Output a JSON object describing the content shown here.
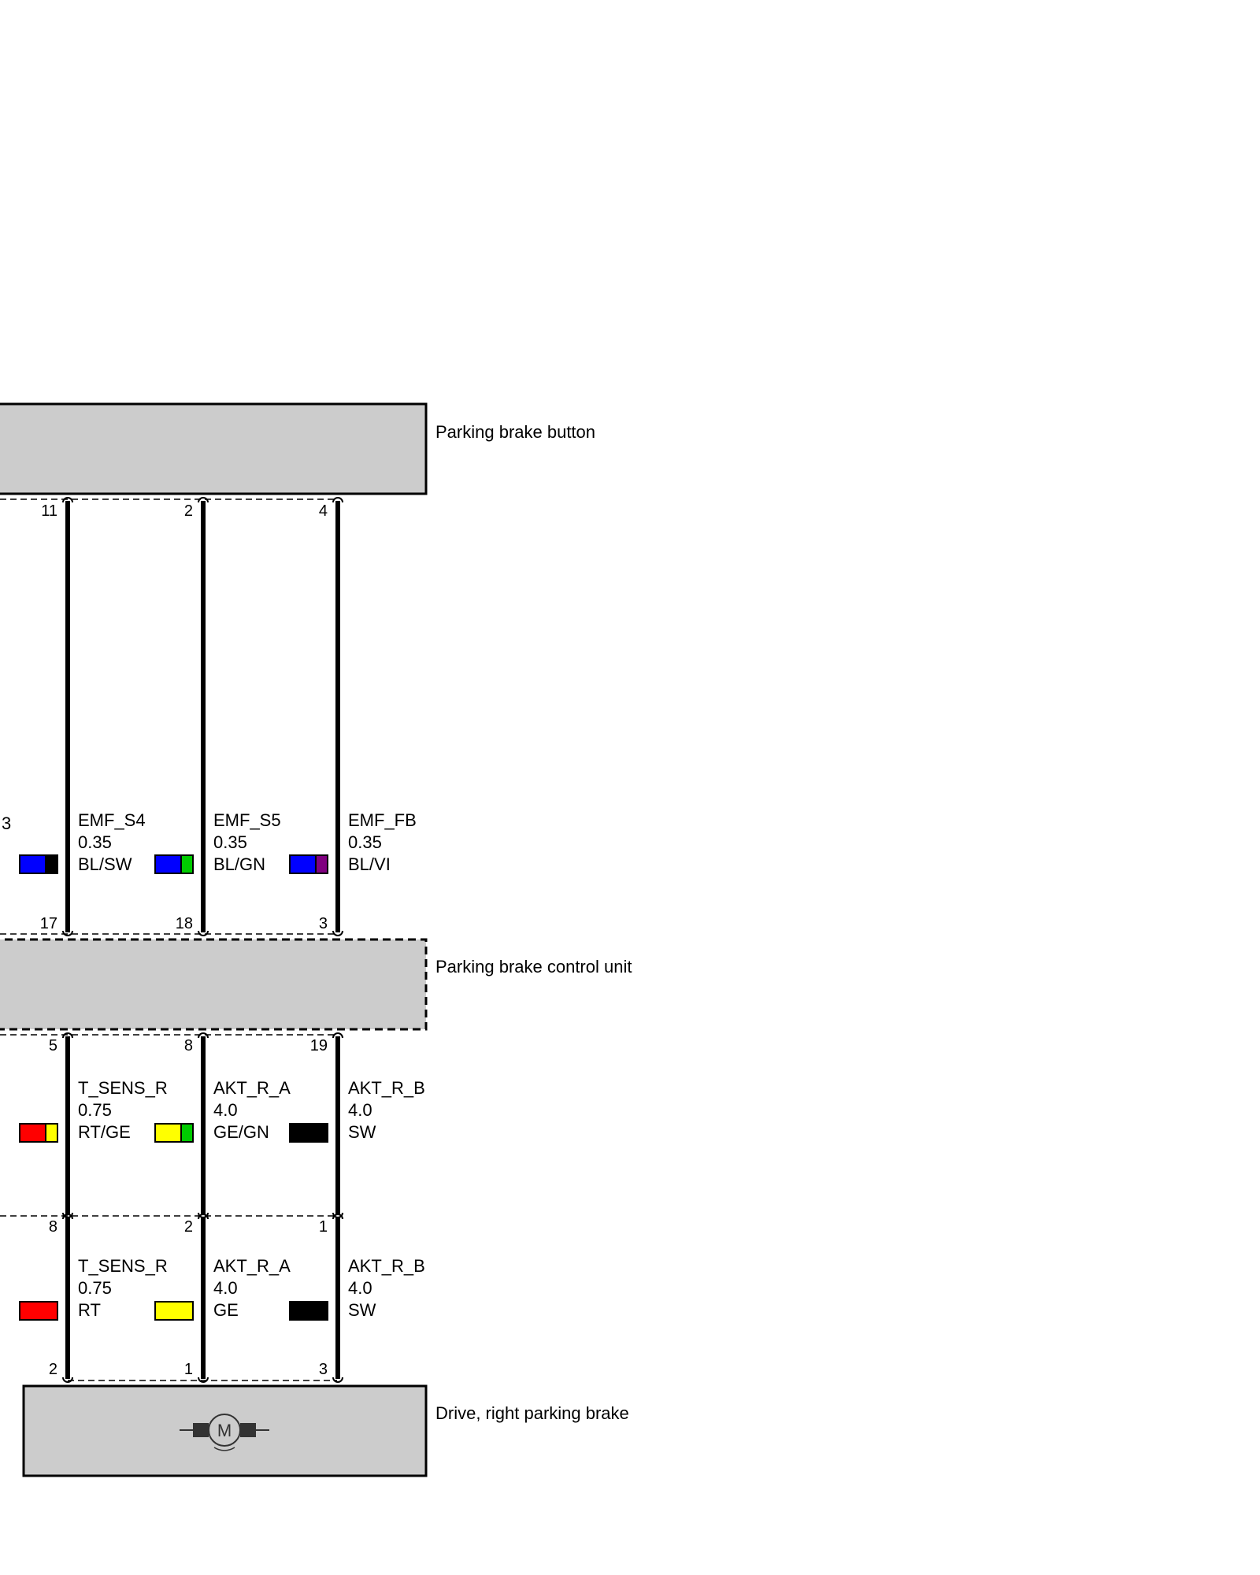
{
  "components": [
    {
      "label": "Parking brake button"
    },
    {
      "label": "Parking brake control unit"
    },
    {
      "label": "Drive, right parking brake",
      "icon": "motor-icon",
      "motor_letter": "M"
    }
  ],
  "truncated_label": "3",
  "wires": [
    {
      "pins_top": {
        "upper": "11",
        "lower": "17"
      },
      "upper_seg": {
        "name": "EMF_S4",
        "size": "0.35",
        "code": "BL/SW",
        "colors": [
          "#0000ff",
          "#000000"
        ]
      },
      "pins_mid": {
        "upper": "5",
        "lower": "8"
      },
      "lower_seg1": {
        "name": "T_SENS_R",
        "size": "0.75",
        "code": "RT/GE",
        "colors": [
          "#ff0000",
          "#ffff00"
        ]
      },
      "lower_seg2": {
        "name": "T_SENS_R",
        "size": "0.75",
        "code": "RT",
        "colors": [
          "#ff0000"
        ]
      },
      "pin_drive": "2"
    },
    {
      "pins_top": {
        "upper": "2",
        "lower": "18"
      },
      "upper_seg": {
        "name": "EMF_S5",
        "size": "0.35",
        "code": "BL/GN",
        "colors": [
          "#0000ff",
          "#00cc00"
        ]
      },
      "pins_mid": {
        "upper": "8",
        "lower": "2"
      },
      "lower_seg1": {
        "name": "AKT_R_A",
        "size": "4.0",
        "code": "GE/GN",
        "colors": [
          "#ffff00",
          "#00cc00"
        ]
      },
      "lower_seg2": {
        "name": "AKT_R_A",
        "size": "4.0",
        "code": "GE",
        "colors": [
          "#ffff00"
        ]
      },
      "pin_drive": "1"
    },
    {
      "pins_top": {
        "upper": "4",
        "lower": "3"
      },
      "upper_seg": {
        "name": "EMF_FB",
        "size": "0.35",
        "code": "BL/VI",
        "colors": [
          "#0000ff",
          "#800080"
        ]
      },
      "pins_mid": {
        "upper": "19",
        "lower": "1"
      },
      "lower_seg1": {
        "name": "AKT_R_B",
        "size": "4.0",
        "code": "SW",
        "colors": [
          "#000000"
        ]
      },
      "lower_seg2": {
        "name": "AKT_R_B",
        "size": "4.0",
        "code": "SW",
        "colors": [
          "#000000"
        ]
      },
      "pin_drive": "3"
    }
  ],
  "partial_left_swatches": [
    {
      "colors": [
        "#0000ff",
        "#000000"
      ]
    },
    {
      "colors": [
        "#ff0000",
        "#ffff00"
      ]
    },
    {
      "colors": [
        "#ff0000"
      ]
    }
  ],
  "colors": {
    "component_fill": "#cccccc",
    "stroke": "#000000"
  }
}
